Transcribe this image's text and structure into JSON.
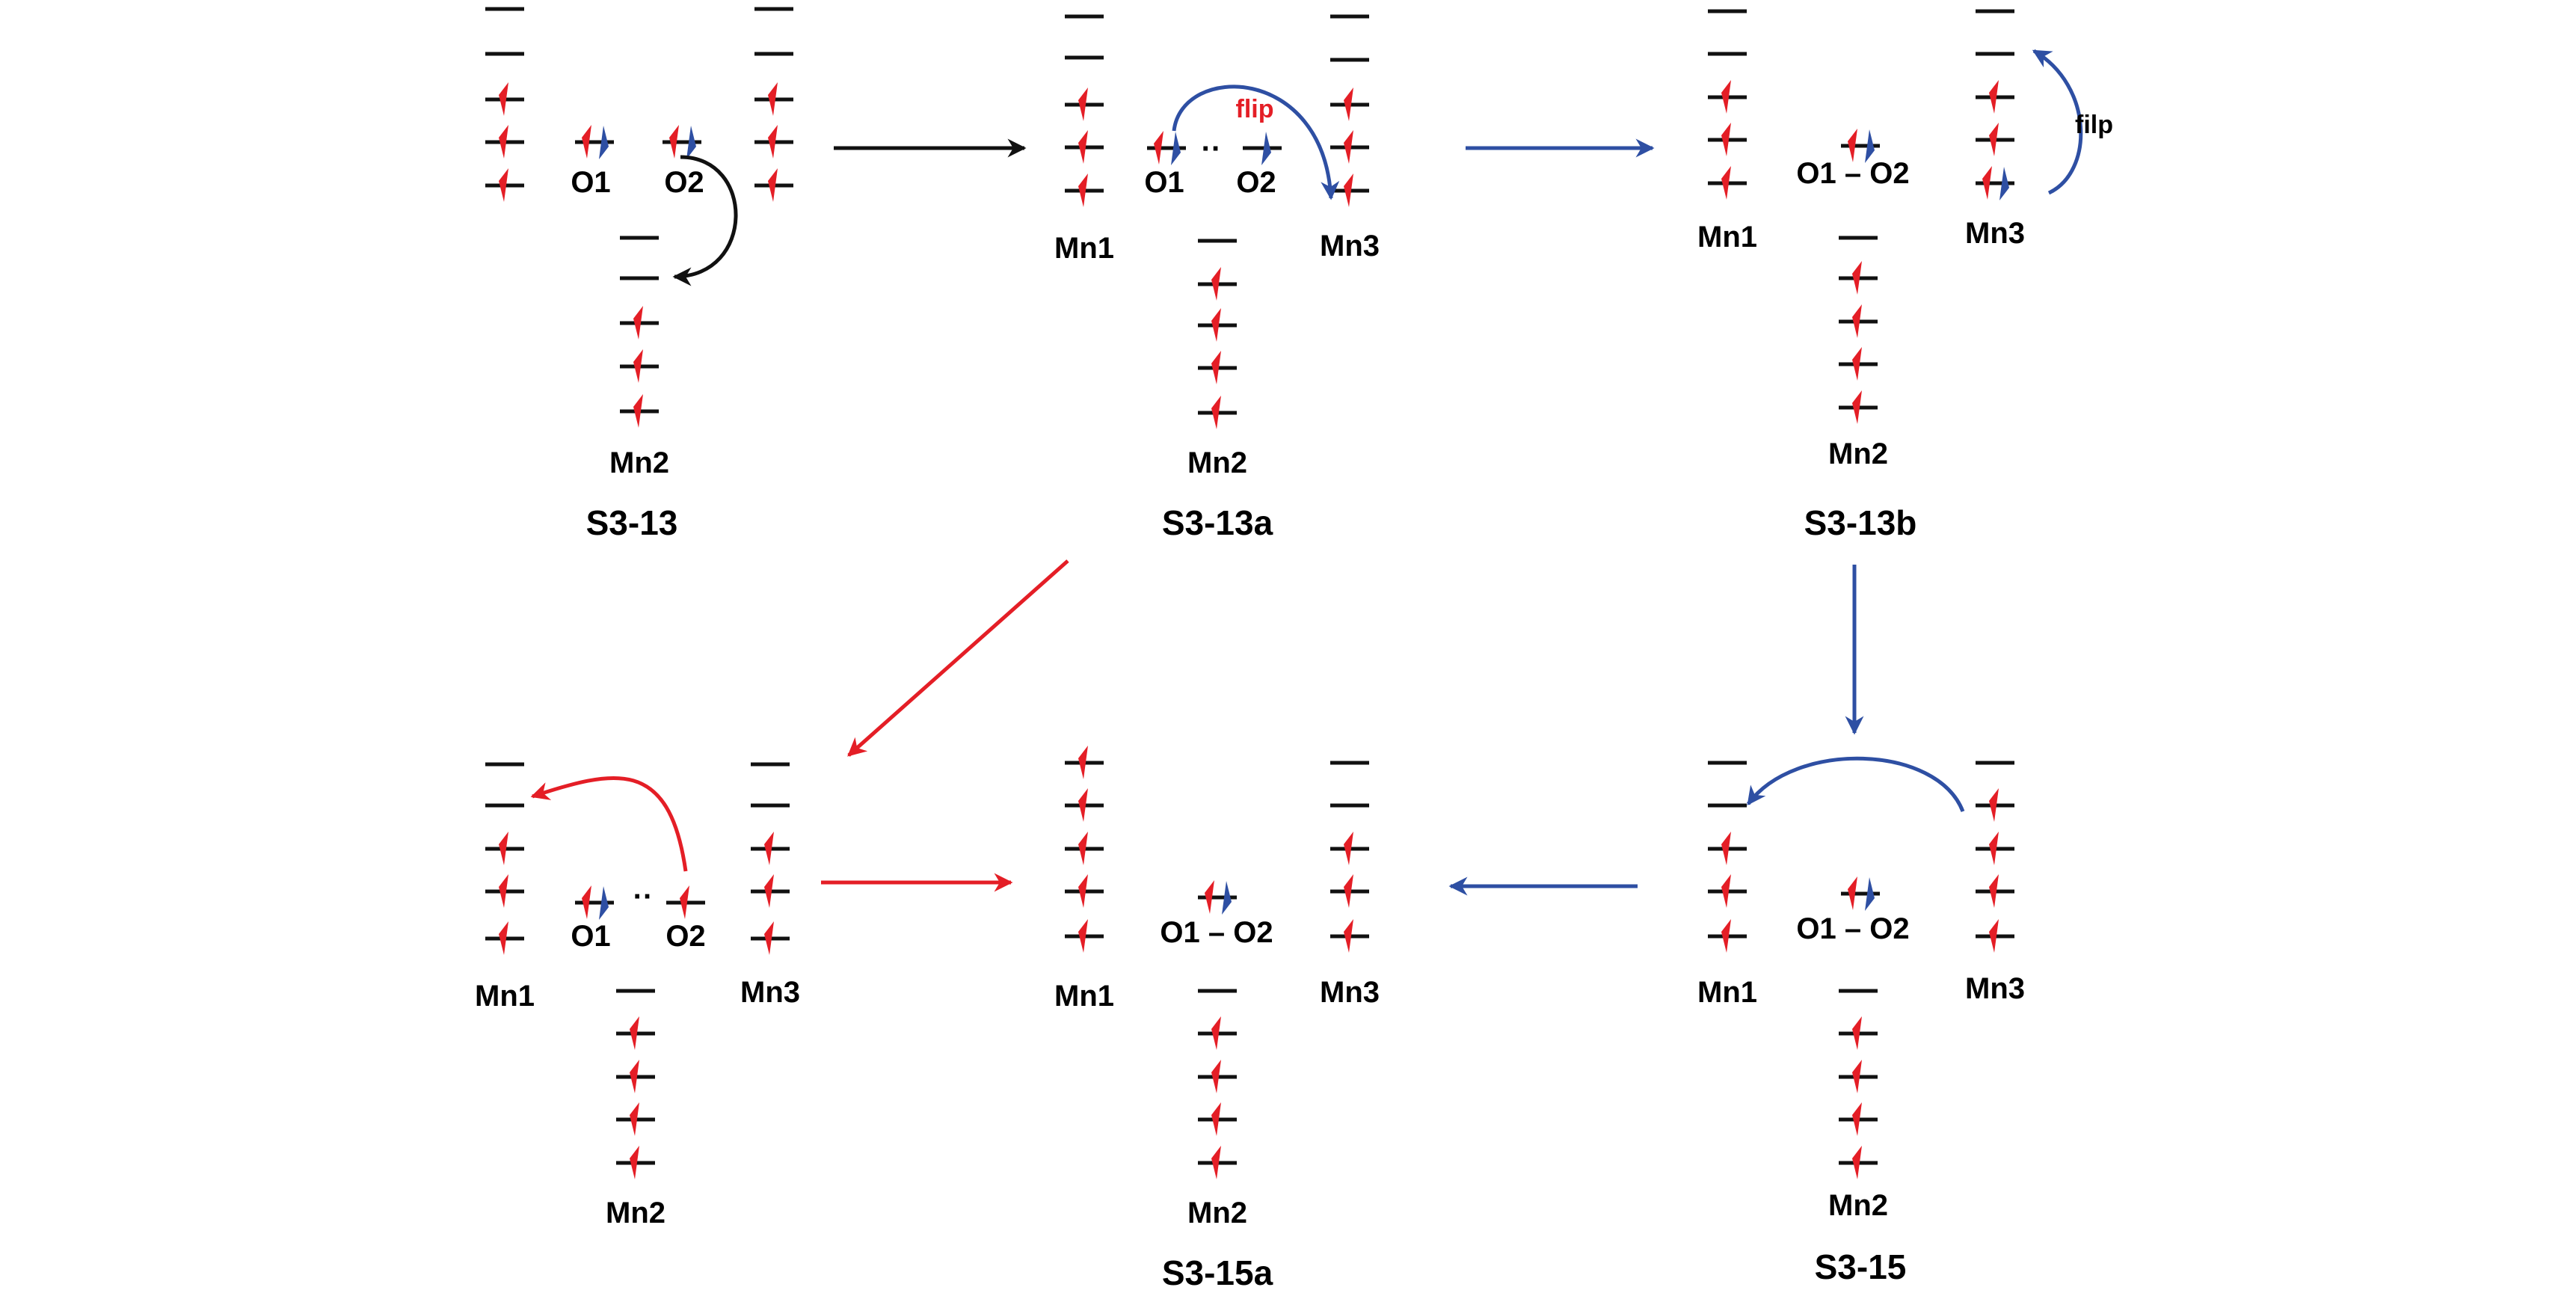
{
  "colors": {
    "black": "#111111",
    "red": "#e41e26",
    "blue": "#2e4fa3",
    "text": "#000000"
  },
  "states": {
    "s3_13": "S3-13",
    "s3_13a": "S3-13a",
    "s3_13b": "S3-13b",
    "s3_15a": "S3-15a",
    "s3_15": "S3-15"
  },
  "atoms": {
    "mn1": "Mn1",
    "mn2": "Mn2",
    "mn3": "Mn3",
    "o1": "O1",
    "o2": "O2",
    "bond_o1_o2": "O1 – O2"
  },
  "annotations": {
    "flip": "flip",
    "filp": "filp",
    "radical_dots": "··"
  }
}
